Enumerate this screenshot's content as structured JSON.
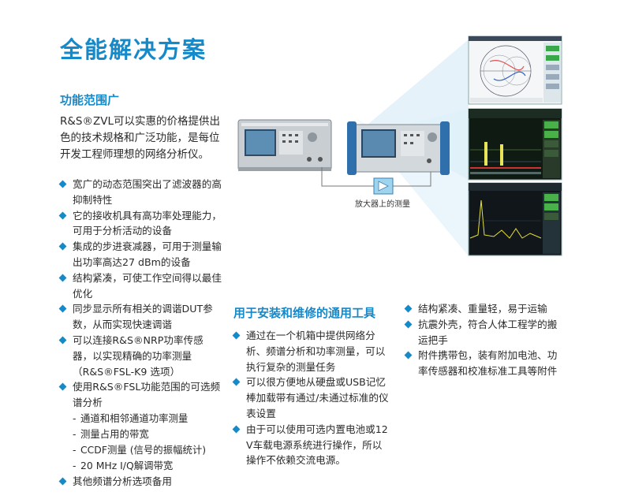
{
  "page": {
    "title": "全能解决方案"
  },
  "left": {
    "heading": "功能范围广",
    "intro": "R&S®ZVL可以实惠的价格提供出色的技术规格和广泛功能，是每位开发工程师理想的网络分析仪。",
    "bullets": [
      {
        "text": "宽广的动态范围突出了滤波器的高抑制特性"
      },
      {
        "text": "它的接收机具有高功率处理能力，可用于分析活动的设备"
      },
      {
        "text": "集成的步进衰减器，可用于测量输出功率高达27 dBm的设备"
      },
      {
        "text": "结构紧凑，可使工作空间得以最佳优化"
      },
      {
        "text": "同步显示所有相关的调谐DUT参数，从而实现快速调谐"
      },
      {
        "text": "可以连接R&S®NRP功率传感器，以实现精确的功率测量（R&S®FSL-K9 选项）"
      },
      {
        "text": "使用R&S®FSL功能范围的可选频谱分析"
      }
    ],
    "subitems": [
      "通道和相邻通道功率测量",
      "测量占用的带宽",
      "CCDF测量 (信号的振幅统计)",
      "20 MHz I/Q解调带宽"
    ],
    "last_bullet": "其他频谱分析选项备用"
  },
  "figure": {
    "caption": "放大器上的测量"
  },
  "middle": {
    "heading": "用于安装和维修的通用工具",
    "bullets": [
      "通过在一个机箱中提供网络分析、频谱分析和功率测量，可以执行复杂的测量任务",
      "可以很方便地从硬盘或USB记忆棒加载带有通过/未通过标准的仪表设置",
      "由于可以使用可选内置电池或12 V车载电源系统进行操作，所以操作不依赖交流电源。"
    ]
  },
  "right": {
    "bullets": [
      "结构紧凑、重量轻，易于运输",
      "抗震外壳，符合人体工程学的搬运把手",
      "附件携带包，装有附加电池、功率传感器和校准标准工具等附件"
    ]
  },
  "colors": {
    "accent": "#1689c9"
  }
}
